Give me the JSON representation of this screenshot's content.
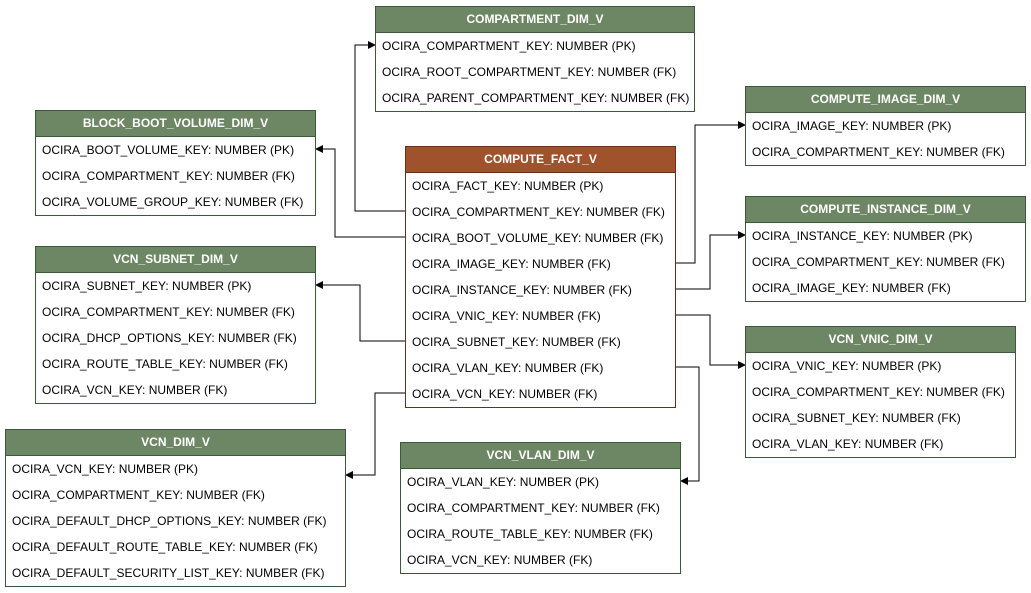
{
  "entities": {
    "compartment_dim": {
      "title": "COMPARTMENT_DIM_V",
      "fields": [
        "OCIRA_COMPARTMENT_KEY: NUMBER (PK)",
        "OCIRA_ROOT_COMPARTMENT_KEY: NUMBER (FK)",
        "OCIRA_PARENT_COMPARTMENT_KEY: NUMBER (FK)"
      ]
    },
    "block_boot_volume_dim": {
      "title": "BLOCK_BOOT_VOLUME_DIM_V",
      "fields": [
        "OCIRA_BOOT_VOLUME_KEY: NUMBER (PK)",
        "OCIRA_COMPARTMENT_KEY: NUMBER (FK)",
        "OCIRA_VOLUME_GROUP_KEY: NUMBER (FK)"
      ]
    },
    "compute_image_dim": {
      "title": "COMPUTE_IMAGE_DIM_V",
      "fields": [
        "OCIRA_IMAGE_KEY: NUMBER (PK)",
        "OCIRA_COMPARTMENT_KEY: NUMBER (FK)"
      ]
    },
    "compute_fact": {
      "title": "COMPUTE_FACT_V",
      "fields": [
        "OCIRA_FACT_KEY: NUMBER (PK)",
        "OCIRA_COMPARTMENT_KEY: NUMBER (FK)",
        "OCIRA_BOOT_VOLUME_KEY: NUMBER (FK)",
        "OCIRA_IMAGE_KEY: NUMBER (FK)",
        "OCIRA_INSTANCE_KEY: NUMBER (FK)",
        "OCIRA_VNIC_KEY: NUMBER (FK)",
        "OCIRA_SUBNET_KEY: NUMBER (FK)",
        "OCIRA_VLAN_KEY: NUMBER (FK)",
        "OCIRA_VCN_KEY: NUMBER (FK)"
      ]
    },
    "compute_instance_dim": {
      "title": "COMPUTE_INSTANCE_DIM_V",
      "fields": [
        "OCIRA_INSTANCE_KEY: NUMBER (PK)",
        "OCIRA_COMPARTMENT_KEY: NUMBER (FK)",
        "OCIRA_IMAGE_KEY: NUMBER (FK)"
      ]
    },
    "vcn_subnet_dim": {
      "title": "VCN_SUBNET_DIM_V",
      "fields": [
        "OCIRA_SUBNET_KEY: NUMBER (PK)",
        "OCIRA_COMPARTMENT_KEY: NUMBER (FK)",
        "OCIRA_DHCP_OPTIONS_KEY: NUMBER (FK)",
        "OCIRA_ROUTE_TABLE_KEY: NUMBER (FK)",
        "OCIRA_VCN_KEY: NUMBER (FK)"
      ]
    },
    "vcn_vnic_dim": {
      "title": "VCN_VNIC_DIM_V",
      "fields": [
        "OCIRA_VNIC_KEY: NUMBER (PK)",
        "OCIRA_COMPARTMENT_KEY: NUMBER (FK)",
        "OCIRA_SUBNET_KEY: NUMBER (FK)",
        "OCIRA_VLAN_KEY: NUMBER (FK)"
      ]
    },
    "vcn_dim": {
      "title": "VCN_DIM_V",
      "fields": [
        "OCIRA_VCN_KEY: NUMBER (PK)",
        "OCIRA_COMPARTMENT_KEY: NUMBER (FK)",
        "OCIRA_DEFAULT_DHCP_OPTIONS_KEY: NUMBER (FK)",
        "OCIRA_DEFAULT_ROUTE_TABLE_KEY: NUMBER (FK)",
        "OCIRA_DEFAULT_SECURITY_LIST_KEY: NUMBER (FK)"
      ]
    },
    "vcn_vlan_dim": {
      "title": "VCN_VLAN_DIM_V",
      "fields": [
        "OCIRA_VLAN_KEY: NUMBER (PK)",
        "OCIRA_COMPARTMENT_KEY: NUMBER (FK)",
        "OCIRA_ROUTE_TABLE_KEY: NUMBER (FK)",
        "OCIRA_VCN_KEY: NUMBER (FK)"
      ]
    }
  },
  "relationships": [
    {
      "from_field": "OCIRA_COMPARTMENT_KEY",
      "to": "compartment_dim"
    },
    {
      "from_field": "OCIRA_BOOT_VOLUME_KEY",
      "to": "block_boot_volume_dim"
    },
    {
      "from_field": "OCIRA_IMAGE_KEY",
      "to": "compute_image_dim"
    },
    {
      "from_field": "OCIRA_INSTANCE_KEY",
      "to": "compute_instance_dim"
    },
    {
      "from_field": "OCIRA_VNIC_KEY",
      "to": "vcn_vnic_dim"
    },
    {
      "from_field": "OCIRA_SUBNET_KEY",
      "to": "vcn_subnet_dim"
    },
    {
      "from_field": "OCIRA_VLAN_KEY",
      "to": "vcn_vlan_dim"
    },
    {
      "from_field": "OCIRA_VCN_KEY",
      "to": "vcn_dim"
    }
  ]
}
